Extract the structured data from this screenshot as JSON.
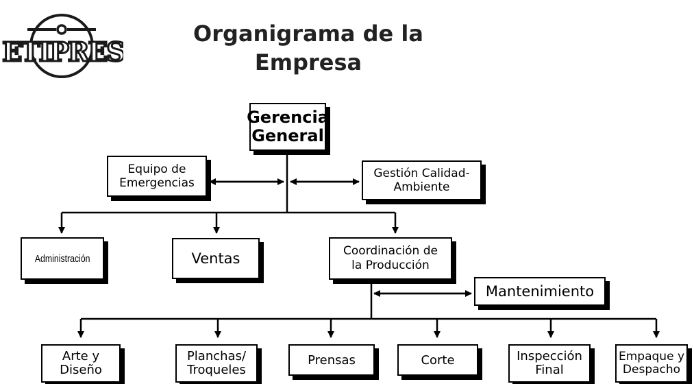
{
  "logo": {
    "text": "ETIPRES"
  },
  "title": "Organigrama de la\nEmpresa",
  "chart": {
    "top": "Gerencia\nGeneral",
    "staff_left": "Equipo de\nEmergencias",
    "staff_right": "Gestión Calidad-\nAmbiente",
    "level2": {
      "administracion": "Administración",
      "ventas": "Ventas",
      "coordinacion": "Coordinación de\nla Producción"
    },
    "mantenimiento": "Mantenimiento",
    "level3": {
      "arte": "Arte y\nDiseño",
      "planchas": "Planchas/\nTroqueles",
      "prensas": "Prensas",
      "corte": "Corte",
      "inspeccion": "Inspección\nFinal",
      "empaque": "Empaque y\nDespacho"
    }
  }
}
